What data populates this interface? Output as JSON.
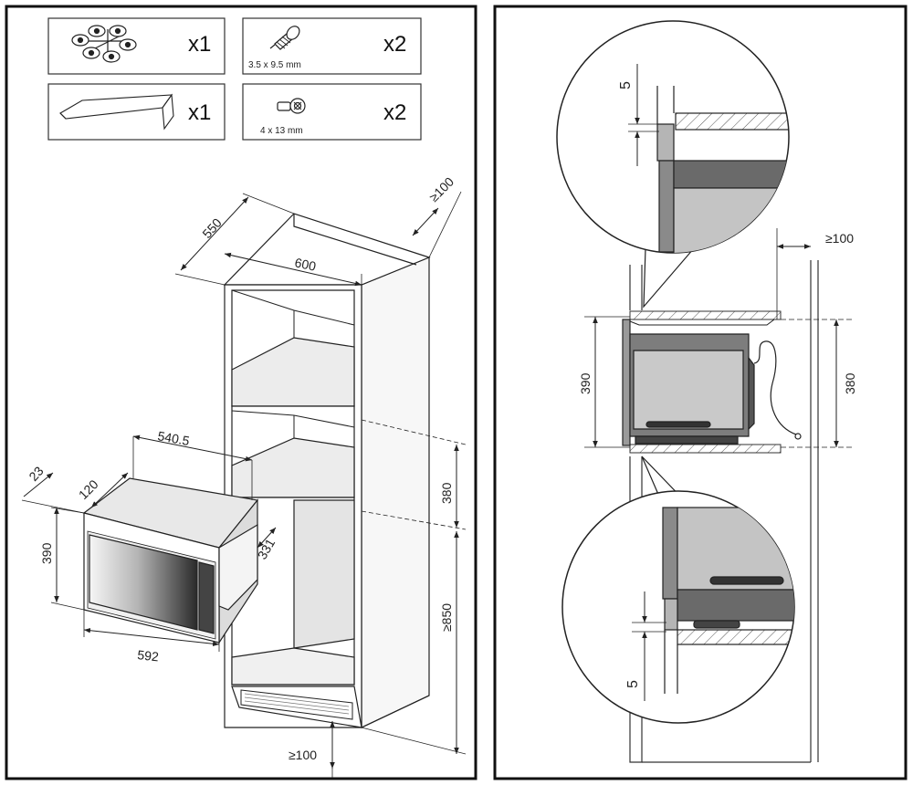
{
  "accessories": [
    {
      "qty": "x1",
      "spec": ""
    },
    {
      "qty": "x2",
      "spec": "3.5 x 9.5 mm"
    },
    {
      "qty": "x1",
      "spec": ""
    },
    {
      "qty": "x2",
      "spec": "4 x 13 mm"
    }
  ],
  "left_dims": {
    "cabinet_depth": "550",
    "cabinet_width": "600",
    "rear_gap": "≥100",
    "oven_depth": "540.5",
    "frame_offset": "23",
    "side_depth": "120",
    "oven_height": "390",
    "oven_width": "592",
    "oven_side": "331",
    "niche_height": "380",
    "base_height": "≥850",
    "floor_gap": "≥100"
  },
  "right_dims": {
    "top_gap": "5",
    "rear_gap": "≥100",
    "oven_height": "390",
    "niche_height": "380",
    "bottom_gap": "5"
  }
}
